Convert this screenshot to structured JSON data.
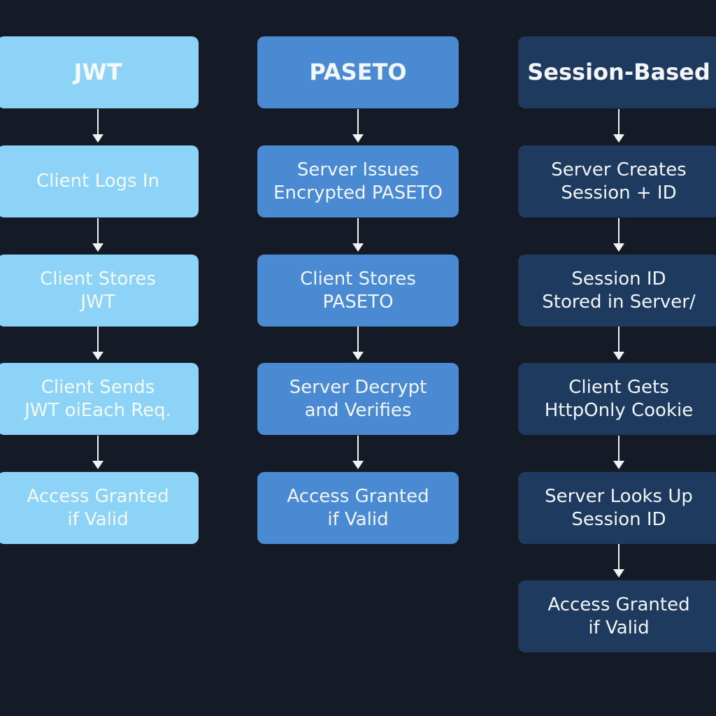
{
  "columns": [
    {
      "title": "JWT",
      "steps": [
        [
          "Client Logs In"
        ],
        [
          "Client Stores",
          "JWT"
        ],
        [
          "Client Sends",
          "JWT oiEach Req."
        ],
        [
          "Access Granted",
          "if Valid"
        ]
      ]
    },
    {
      "title": "PASETO",
      "steps": [
        [
          "Server Issues",
          "Encrypted PASETO"
        ],
        [
          "Client Stores",
          "PASETO"
        ],
        [
          "Server Decrypt",
          "and Verifies"
        ],
        [
          "Access Granted",
          "if Valid"
        ]
      ]
    },
    {
      "title": "Session-Based",
      "steps": [
        [
          "Server Creates",
          "Session + ID"
        ],
        [
          "Session ID",
          "Stored in Server/"
        ],
        [
          "Client Gets",
          "HttpOnly Cookie"
        ],
        [
          "Server Looks Up",
          "Session ID"
        ],
        [
          "Access Granted",
          "if Valid"
        ]
      ]
    }
  ],
  "colors": {
    "background": "#141a26",
    "jwt": "#8dd3f8",
    "paseto": "#4a8ad3",
    "session": "#1e3a5f",
    "arrow": "#f2f2f2"
  }
}
